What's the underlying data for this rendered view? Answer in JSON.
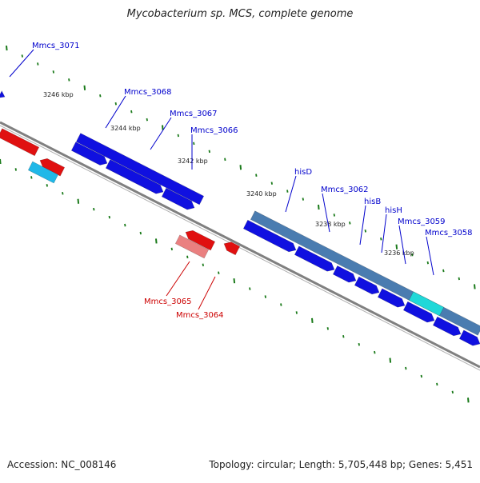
{
  "title": "Mycobacterium sp. MCS, complete genome",
  "footer": {
    "accession": "Accession: NC_008146",
    "summary": "Topology: circular; Length: 5,705,448 bp; Genes: 5,451"
  },
  "colors": {
    "forward_gene": "#1010e0",
    "reverse_gene": "#e01010",
    "reverse_gene_light": "#ea8080",
    "rna_gene": "#20b8e8",
    "operon_band": "#4a7cb0",
    "selected_band": "#20d8d8",
    "backbone": "#808080",
    "tick": "#1a7a1a",
    "forward_label": "#0000cc",
    "reverse_label": "#cc0000"
  },
  "scale_labels": [
    "3246 kbp",
    "3244 kbp",
    "3242 kbp",
    "3240 kbp",
    "3238 kbp",
    "3236 kbp"
  ],
  "forward_labels": [
    "Mmcs_3071",
    "Mmcs_3068",
    "Mmcs_3067",
    "Mmcs_3066",
    "hisD",
    "Mmcs_3062",
    "hisB",
    "hisH",
    "Mmcs_3059",
    "Mmcs_3058"
  ],
  "reverse_labels": [
    "Mmcs_3065",
    "Mmcs_3064"
  ]
}
